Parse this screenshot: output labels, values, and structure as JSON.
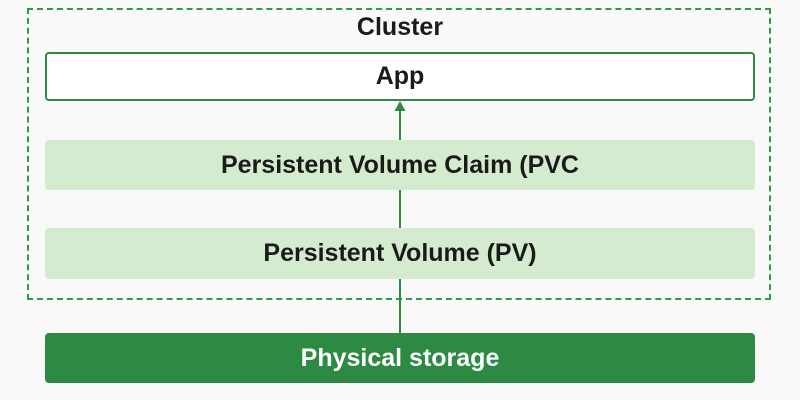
{
  "cluster": {
    "title": "Cluster"
  },
  "layers": {
    "app": "App",
    "pvc": "Persistent Volume Claim (PVC",
    "pv": "Persistent Volume (PV)",
    "storage": "Physical storage"
  },
  "colors": {
    "background": "#f8f9f8",
    "accent_green": "#2e8b43",
    "light_green": "#d5ebcf",
    "dashed_border": "#2e9b4a",
    "text_dark": "#1a1a1a",
    "text_light": "#ffffff"
  }
}
